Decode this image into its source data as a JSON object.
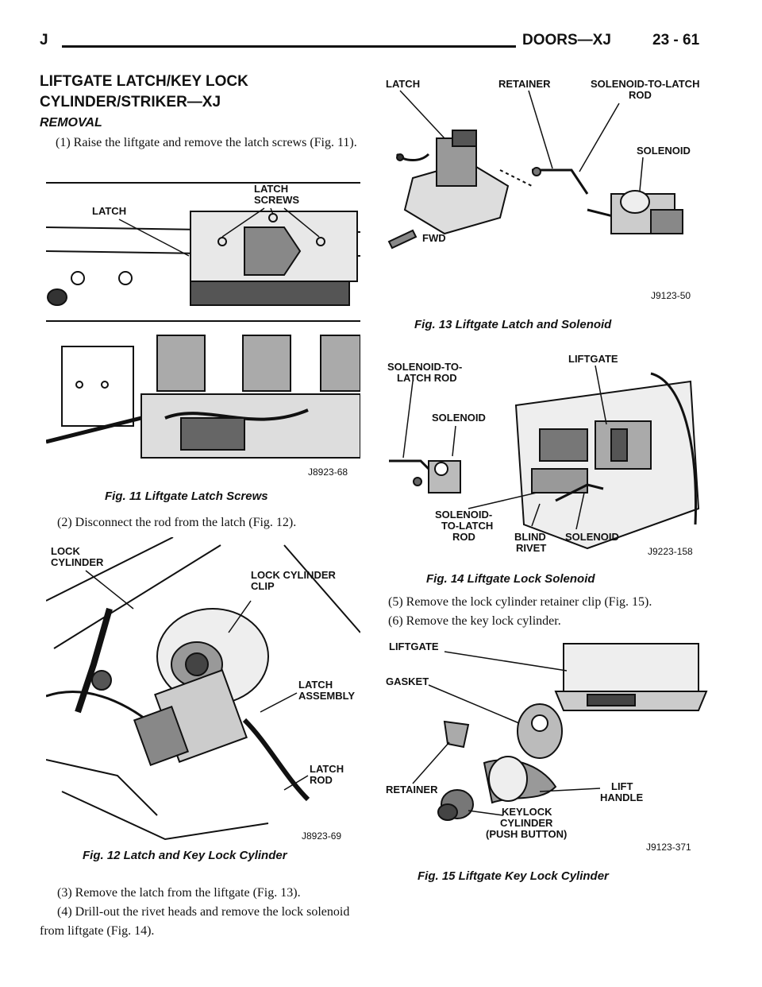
{
  "header": {
    "section_letter": "J",
    "chapter": "DOORS—XJ",
    "page_number": "23 - 61"
  },
  "title": "LIFTGATE LATCH/KEY LOCK CYLINDER/STRIKER—XJ",
  "subhead": "REMOVAL",
  "steps": [
    "(1) Raise the liftgate and remove the latch screws (Fig. 11).",
    "(2) Disconnect the rod from the latch (Fig. 12).",
    "(3) Remove the latch from the liftgate (Fig. 13).",
    "(4) Drill-out the rivet heads and remove the lock solenoid from liftgate (Fig. 14).",
    "(5) Remove the lock cylinder retainer clip (Fig. 15).",
    "(6) Remove the key lock cylinder."
  ],
  "figures": {
    "fig11": {
      "caption": "Fig. 11 Liftgate Latch Screws",
      "code": "J8923-68",
      "labels": [
        "LATCH",
        "LATCH",
        "SCREWS"
      ]
    },
    "fig12": {
      "caption": "Fig. 12 Latch and Key Lock Cylinder",
      "code": "J8923-69",
      "labels": [
        "LOCK",
        "CYLINDER",
        "LOCK CYLINDER",
        "CLIP",
        "LATCH",
        "ASSEMBLY",
        "LATCH",
        "ROD"
      ]
    },
    "fig13": {
      "caption": "Fig. 13 Liftgate Latch and Solenoid",
      "code": "J9123-50",
      "labels": [
        "LATCH",
        "RETAINER",
        "SOLENOID-TO-LATCH",
        "ROD",
        "SOLENOID",
        "FWD"
      ]
    },
    "fig14": {
      "caption": "Fig. 14 Liftgate Lock Solenoid",
      "code": "J9223-158",
      "labels": [
        "SOLENOID-TO-",
        "LATCH ROD",
        "LIFTGATE",
        "SOLENOID",
        "SOLENOID-",
        "TO-LATCH",
        "ROD",
        "BLIND",
        "RIVET",
        "SOLENOID"
      ]
    },
    "fig15": {
      "caption": "Fig. 15 Liftgate Key Lock Cylinder",
      "code": "J9123-371",
      "labels": [
        "LIFTGATE",
        "GASKET",
        "RETAINER",
        "KEYLOCK",
        "CYLINDER",
        "(PUSH BUTTON)",
        "LIFT",
        "HANDLE"
      ]
    }
  }
}
